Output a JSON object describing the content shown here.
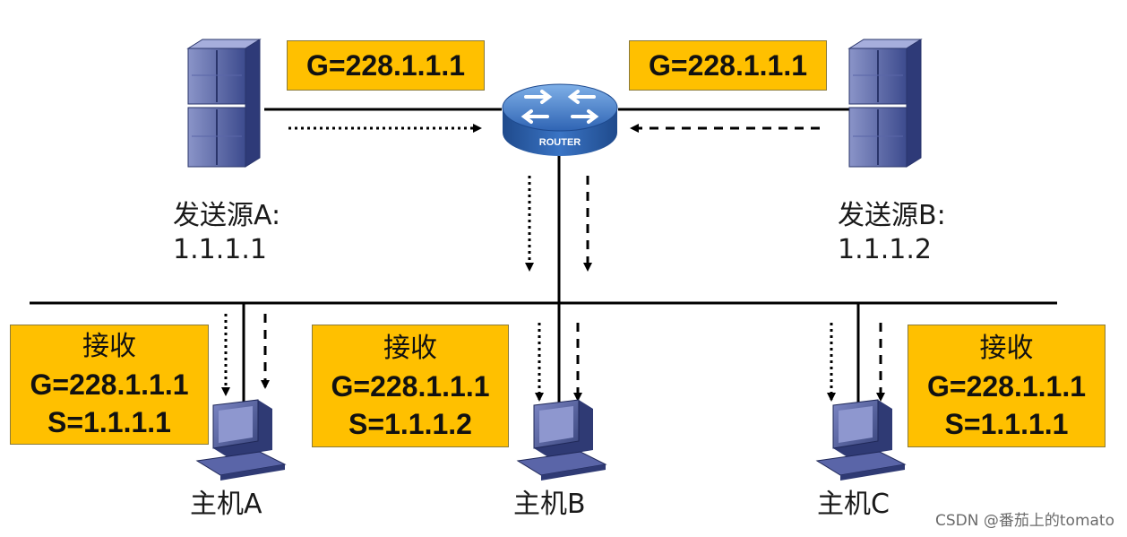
{
  "top_group_label_left": "G=228.1.1.1",
  "top_group_label_right": "G=228.1.1.1",
  "router_label": "ROUTER",
  "source_a": {
    "title": "发送源A:",
    "ip": "1.1.1.1"
  },
  "source_b": {
    "title": "发送源B:",
    "ip": "1.1.1.2"
  },
  "receiver_a": {
    "title": "接收",
    "group": "G=228.1.1.1",
    "source": "S=1.1.1.1"
  },
  "receiver_b": {
    "title": "接收",
    "group": "G=228.1.1.1",
    "source": "S=1.1.1.2"
  },
  "receiver_c": {
    "title": "接收",
    "group": "G=228.1.1.1",
    "source": "S=1.1.1.1"
  },
  "host_a": "主机A",
  "host_b": "主机B",
  "host_c": "主机C",
  "watermark": "CSDN @番茄上的tomato",
  "colors": {
    "label_box": "#ffc000",
    "line": "#000000",
    "device_blue": "#4a5ea8",
    "router_blue": "#3a74c4"
  }
}
